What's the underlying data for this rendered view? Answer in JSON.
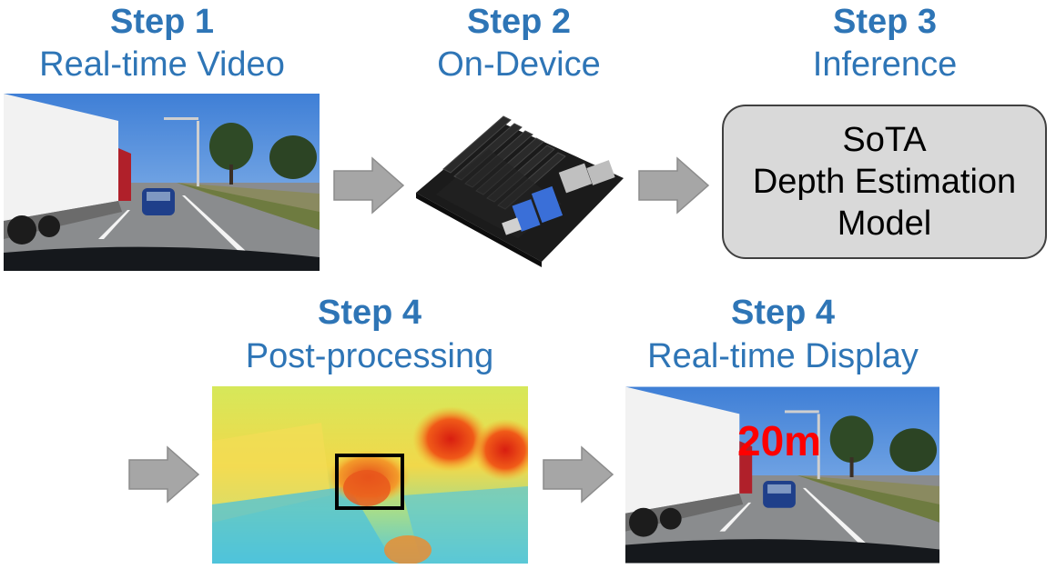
{
  "steps": [
    {
      "title": "Step 1",
      "subtitle": "Real-time Video"
    },
    {
      "title": "Step 2",
      "subtitle": "On-Device"
    },
    {
      "title": "Step 3",
      "subtitle": "Inference"
    },
    {
      "title": "Step 4",
      "subtitle": "Post-processing"
    },
    {
      "title": "Step 4",
      "subtitle": "Real-time Display"
    }
  ],
  "model_box": {
    "line1": "SoTA",
    "line2": "Depth Estimation",
    "line3": "Model"
  },
  "display": {
    "distance_label": "20m"
  },
  "colors": {
    "title_blue": "#2E75B6",
    "arrow_gray": "#A6A6A6",
    "box_fill": "#D9D9D9",
    "distance_red": "#FF0000"
  }
}
